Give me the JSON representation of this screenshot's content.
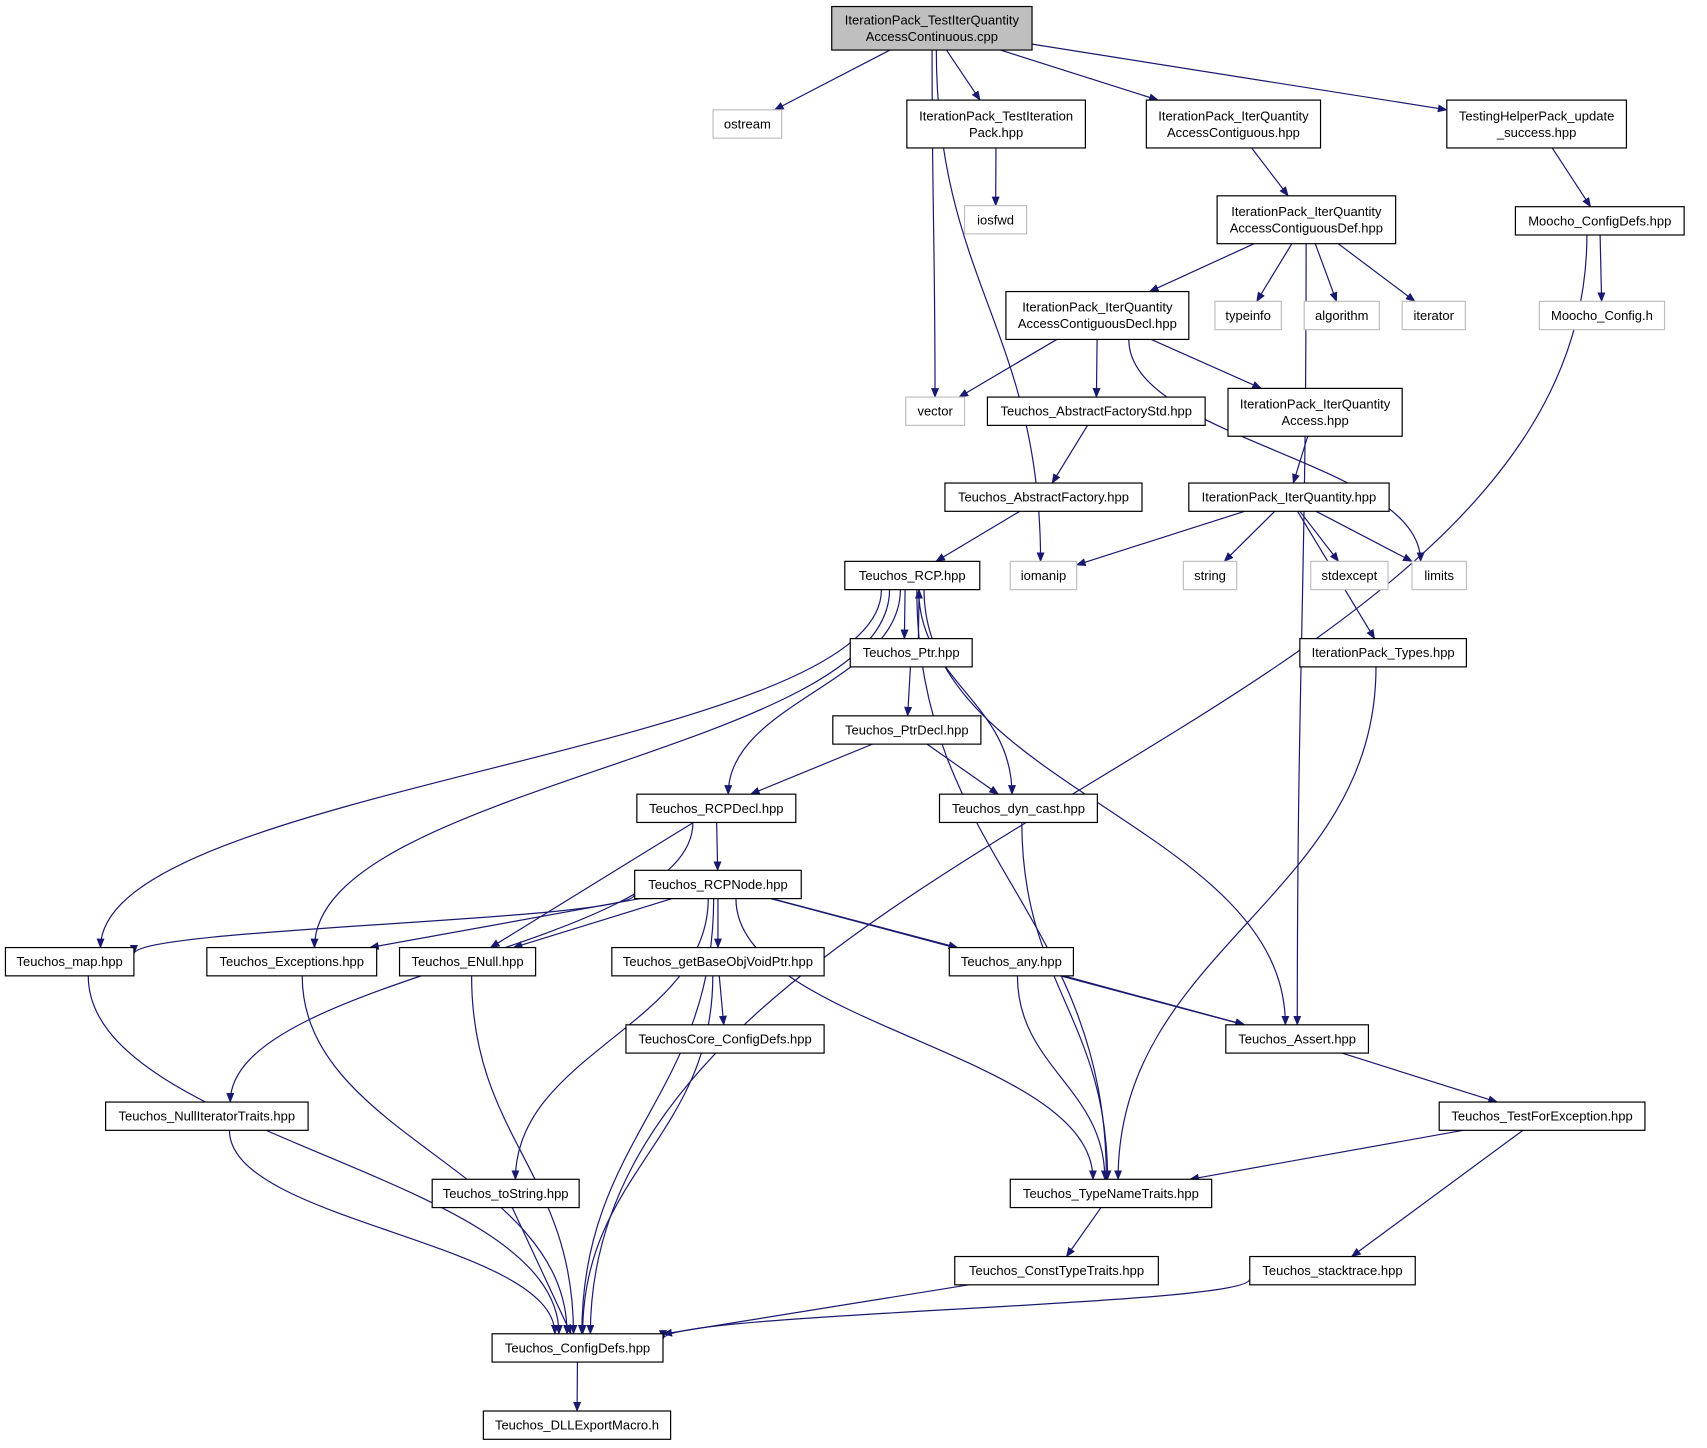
{
  "graph": {
    "colors": {
      "edge": "#191970",
      "node_border": "#000000",
      "external_border": "#bfbfbf",
      "root_fill": "#bfbfbf",
      "node_fill": "#ffffff"
    },
    "nodes": [
      {
        "id": "root",
        "lines": [
          "IterationPack_TestIterQuantity",
          "AccessContinuous.cpp"
        ],
        "kind": "root"
      },
      {
        "id": "ostream",
        "lines": [
          "ostream"
        ],
        "kind": "external"
      },
      {
        "id": "testiter",
        "lines": [
          "IterationPack_TestIteration",
          "Pack.hpp"
        ],
        "kind": "file"
      },
      {
        "id": "iqac",
        "lines": [
          "IterationPack_IterQuantity",
          "AccessContiguous.hpp"
        ],
        "kind": "file"
      },
      {
        "id": "thp",
        "lines": [
          "TestingHelperPack_update",
          "_success.hpp"
        ],
        "kind": "file"
      },
      {
        "id": "iosfwd",
        "lines": [
          "iosfwd"
        ],
        "kind": "external"
      },
      {
        "id": "iqacdef",
        "lines": [
          "IterationPack_IterQuantity",
          "AccessContiguousDef.hpp"
        ],
        "kind": "file"
      },
      {
        "id": "moochocd",
        "lines": [
          "Moocho_ConfigDefs.hpp"
        ],
        "kind": "file"
      },
      {
        "id": "iqacdecl",
        "lines": [
          "IterationPack_IterQuantity",
          "AccessContiguousDecl.hpp"
        ],
        "kind": "file"
      },
      {
        "id": "typeinfo",
        "lines": [
          "typeinfo"
        ],
        "kind": "external"
      },
      {
        "id": "algorithm",
        "lines": [
          "algorithm"
        ],
        "kind": "external"
      },
      {
        "id": "iterator",
        "lines": [
          "iterator"
        ],
        "kind": "external"
      },
      {
        "id": "moochoch",
        "lines": [
          "Moocho_Config.h"
        ],
        "kind": "external"
      },
      {
        "id": "vector",
        "lines": [
          "vector"
        ],
        "kind": "external"
      },
      {
        "id": "absfstd",
        "lines": [
          "Teuchos_AbstractFactoryStd.hpp"
        ],
        "kind": "file"
      },
      {
        "id": "iqa",
        "lines": [
          "IterationPack_IterQuantity",
          "Access.hpp"
        ],
        "kind": "file"
      },
      {
        "id": "absf",
        "lines": [
          "Teuchos_AbstractFactory.hpp"
        ],
        "kind": "file"
      },
      {
        "id": "iq",
        "lines": [
          "IterationPack_IterQuantity.hpp"
        ],
        "kind": "file"
      },
      {
        "id": "rcp",
        "lines": [
          "Teuchos_RCP.hpp"
        ],
        "kind": "file"
      },
      {
        "id": "iomanip",
        "lines": [
          "iomanip"
        ],
        "kind": "external"
      },
      {
        "id": "string",
        "lines": [
          "string"
        ],
        "kind": "external"
      },
      {
        "id": "stdexcept",
        "lines": [
          "stdexcept"
        ],
        "kind": "external"
      },
      {
        "id": "limits",
        "lines": [
          "limits"
        ],
        "kind": "external"
      },
      {
        "id": "ptr",
        "lines": [
          "Teuchos_Ptr.hpp"
        ],
        "kind": "file"
      },
      {
        "id": "iptypes",
        "lines": [
          "IterationPack_Types.hpp"
        ],
        "kind": "file"
      },
      {
        "id": "ptrdecl",
        "lines": [
          "Teuchos_PtrDecl.hpp"
        ],
        "kind": "file"
      },
      {
        "id": "rcpdecl",
        "lines": [
          "Teuchos_RCPDecl.hpp"
        ],
        "kind": "file"
      },
      {
        "id": "dyncast",
        "lines": [
          "Teuchos_dyn_cast.hpp"
        ],
        "kind": "file"
      },
      {
        "id": "rcpnode",
        "lines": [
          "Teuchos_RCPNode.hpp"
        ],
        "kind": "file"
      },
      {
        "id": "map",
        "lines": [
          "Teuchos_map.hpp"
        ],
        "kind": "file"
      },
      {
        "id": "exc",
        "lines": [
          "Teuchos_Exceptions.hpp"
        ],
        "kind": "file"
      },
      {
        "id": "enull",
        "lines": [
          "Teuchos_ENull.hpp"
        ],
        "kind": "file"
      },
      {
        "id": "gbo",
        "lines": [
          "Teuchos_getBaseObjVoidPtr.hpp"
        ],
        "kind": "file"
      },
      {
        "id": "any",
        "lines": [
          "Teuchos_any.hpp"
        ],
        "kind": "file"
      },
      {
        "id": "tcorecd",
        "lines": [
          "TeuchosCore_ConfigDefs.hpp"
        ],
        "kind": "file"
      },
      {
        "id": "assert",
        "lines": [
          "Teuchos_Assert.hpp"
        ],
        "kind": "file"
      },
      {
        "id": "nullit",
        "lines": [
          "Teuchos_NullIteratorTraits.hpp"
        ],
        "kind": "file"
      },
      {
        "id": "tfe",
        "lines": [
          "Teuchos_TestForException.hpp"
        ],
        "kind": "file"
      },
      {
        "id": "tostring",
        "lines": [
          "Teuchos_toString.hpp"
        ],
        "kind": "file"
      },
      {
        "id": "tnt",
        "lines": [
          "Teuchos_TypeNameTraits.hpp"
        ],
        "kind": "file"
      },
      {
        "id": "ctt",
        "lines": [
          "Teuchos_ConstTypeTraits.hpp"
        ],
        "kind": "file"
      },
      {
        "id": "stack",
        "lines": [
          "Teuchos_stacktrace.hpp"
        ],
        "kind": "file"
      },
      {
        "id": "cdefs",
        "lines": [
          "Teuchos_ConfigDefs.hpp"
        ],
        "kind": "file"
      },
      {
        "id": "dll",
        "lines": [
          "Teuchos_DLLExportMacro.h"
        ],
        "kind": "file"
      }
    ],
    "edges": [
      [
        "root",
        "ostream"
      ],
      [
        "root",
        "vector"
      ],
      [
        "root",
        "iomanip"
      ],
      [
        "root",
        "testiter"
      ],
      [
        "root",
        "iqac"
      ],
      [
        "root",
        "thp"
      ],
      [
        "testiter",
        "iosfwd"
      ],
      [
        "iqac",
        "iqacdef"
      ],
      [
        "thp",
        "moochocd"
      ],
      [
        "iqacdef",
        "iqacdecl"
      ],
      [
        "iqacdef",
        "typeinfo"
      ],
      [
        "iqacdef",
        "algorithm"
      ],
      [
        "iqacdef",
        "iterator"
      ],
      [
        "iqacdef",
        "assert"
      ],
      [
        "moochocd",
        "moochoch"
      ],
      [
        "moochocd",
        "cdefs"
      ],
      [
        "iqacdecl",
        "vector"
      ],
      [
        "iqacdecl",
        "absfstd"
      ],
      [
        "iqacdecl",
        "iqa"
      ],
      [
        "iqacdecl",
        "limits"
      ],
      [
        "absfstd",
        "absf"
      ],
      [
        "absf",
        "rcp"
      ],
      [
        "iqa",
        "iq"
      ],
      [
        "iq",
        "iomanip"
      ],
      [
        "iq",
        "string"
      ],
      [
        "iq",
        "stdexcept"
      ],
      [
        "iq",
        "limits"
      ],
      [
        "iq",
        "iptypes"
      ],
      [
        "rcp",
        "ptr"
      ],
      [
        "ptr",
        "rcp"
      ],
      [
        "rcp",
        "map"
      ],
      [
        "rcp",
        "exc"
      ],
      [
        "rcp",
        "rcpdecl"
      ],
      [
        "rcp",
        "dyncast"
      ],
      [
        "rcp",
        "tnt"
      ],
      [
        "rcp",
        "assert"
      ],
      [
        "ptr",
        "ptrdecl"
      ],
      [
        "ptrdecl",
        "rcpdecl"
      ],
      [
        "ptrdecl",
        "dyncast"
      ],
      [
        "iptypes",
        "tnt"
      ],
      [
        "rcpdecl",
        "rcpnode"
      ],
      [
        "rcpdecl",
        "enull"
      ],
      [
        "rcpdecl",
        "nullit"
      ],
      [
        "dyncast",
        "tnt"
      ],
      [
        "rcpnode",
        "map"
      ],
      [
        "rcpnode",
        "exc"
      ],
      [
        "rcpnode",
        "enull"
      ],
      [
        "rcpnode",
        "gbo"
      ],
      [
        "rcpnode",
        "any"
      ],
      [
        "rcpnode",
        "assert"
      ],
      [
        "rcpnode",
        "tostring"
      ],
      [
        "rcpnode",
        "tnt"
      ],
      [
        "rcpnode",
        "cdefs"
      ],
      [
        "gbo",
        "tcorecd"
      ],
      [
        "gbo",
        "cdefs"
      ],
      [
        "any",
        "assert"
      ],
      [
        "any",
        "tnt"
      ],
      [
        "assert",
        "tfe"
      ],
      [
        "tfe",
        "tnt"
      ],
      [
        "tfe",
        "stack"
      ],
      [
        "map",
        "cdefs"
      ],
      [
        "exc",
        "cdefs"
      ],
      [
        "enull",
        "cdefs"
      ],
      [
        "nullit",
        "cdefs"
      ],
      [
        "tostring",
        "cdefs"
      ],
      [
        "tnt",
        "ctt"
      ],
      [
        "ctt",
        "cdefs"
      ],
      [
        "stack",
        "cdefs"
      ],
      [
        "cdefs",
        "dll"
      ]
    ]
  }
}
